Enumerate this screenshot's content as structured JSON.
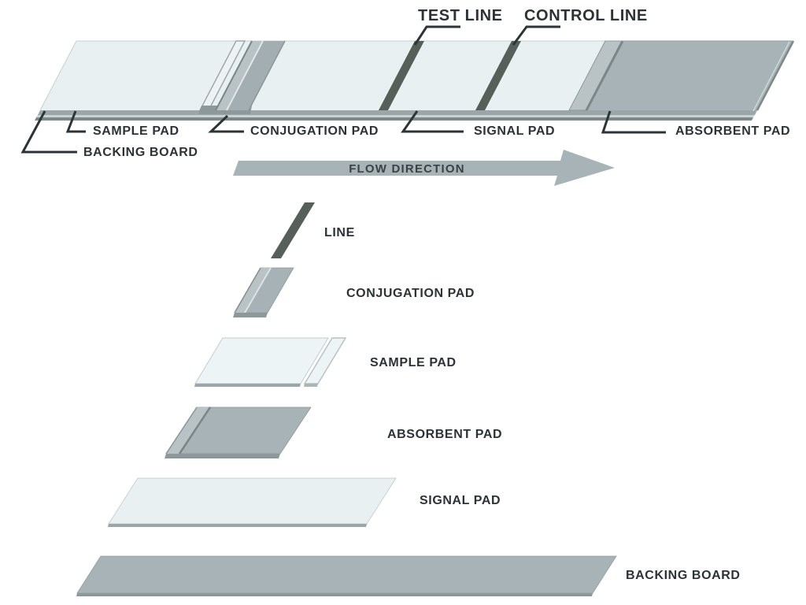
{
  "figure": {
    "type": "lateral-flow-test-strip-diagram",
    "assembled": {
      "top_labels": {
        "test_line": "TEST LINE",
        "control_line": "CONTROL LINE"
      },
      "bottom_labels": {
        "sample_pad": "SAMPLE PAD",
        "backing_board": "BACKING BOARD",
        "conjugation_pad": "CONJUGATION PAD",
        "signal_pad": "SIGNAL PAD",
        "absorbent_pad": "ABSORBENT PAD"
      },
      "flow": {
        "label": "FLOW DIRECTION",
        "icon": "right-arrow"
      }
    },
    "exploded": {
      "items": [
        {
          "label": "LINE"
        },
        {
          "label": "CONJUGATION PAD"
        },
        {
          "label": "SAMPLE PAD"
        },
        {
          "label": "ABSORBENT PAD"
        },
        {
          "label": "SIGNAL PAD"
        },
        {
          "label": "BACKING BOARD"
        }
      ]
    }
  },
  "colors": {
    "light_pad": "#e9f0f1",
    "light_pad_bright": "#edf4f5",
    "gray_pad": "#a7b3b6",
    "gray_ridge": "#b9c2c4",
    "dark_line": "#575f5b",
    "edge_dark": "#7e898b",
    "edge_mid": "#9ba6a8",
    "edge_pale": "#c9d1d2",
    "side_face": "#8d989a",
    "ink": "#2c3235"
  }
}
